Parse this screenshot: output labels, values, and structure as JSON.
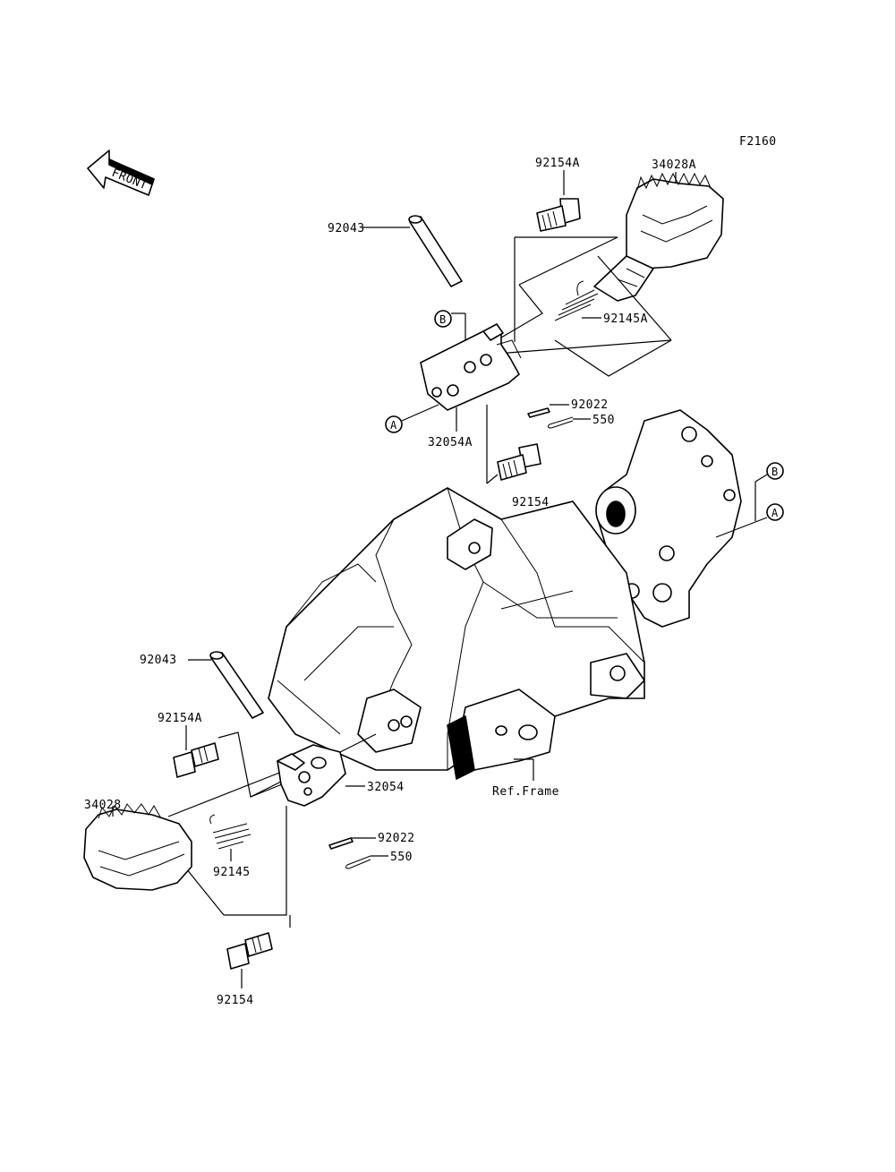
{
  "figure_code": "F2160",
  "front_arrow_label": "FRONT",
  "callout_a": "A",
  "callout_b": "B",
  "labels": {
    "top_cotter_pin_shaft": "92043",
    "top_bolt_a": "92154A",
    "top_footpeg": "34028A",
    "top_spring": "92145A",
    "top_washer": "92022",
    "top_cotter": "550",
    "top_bracket": "32054A",
    "top_bolt": "92154",
    "bottom_pin": "92043",
    "bottom_bolt_a": "92154A",
    "bottom_footpeg": "34028",
    "bottom_bracket": "32054",
    "bottom_spring": "92145",
    "bottom_washer": "92022",
    "bottom_cotter": "550",
    "bottom_bolt": "92154",
    "frame": "Ref.Frame"
  }
}
